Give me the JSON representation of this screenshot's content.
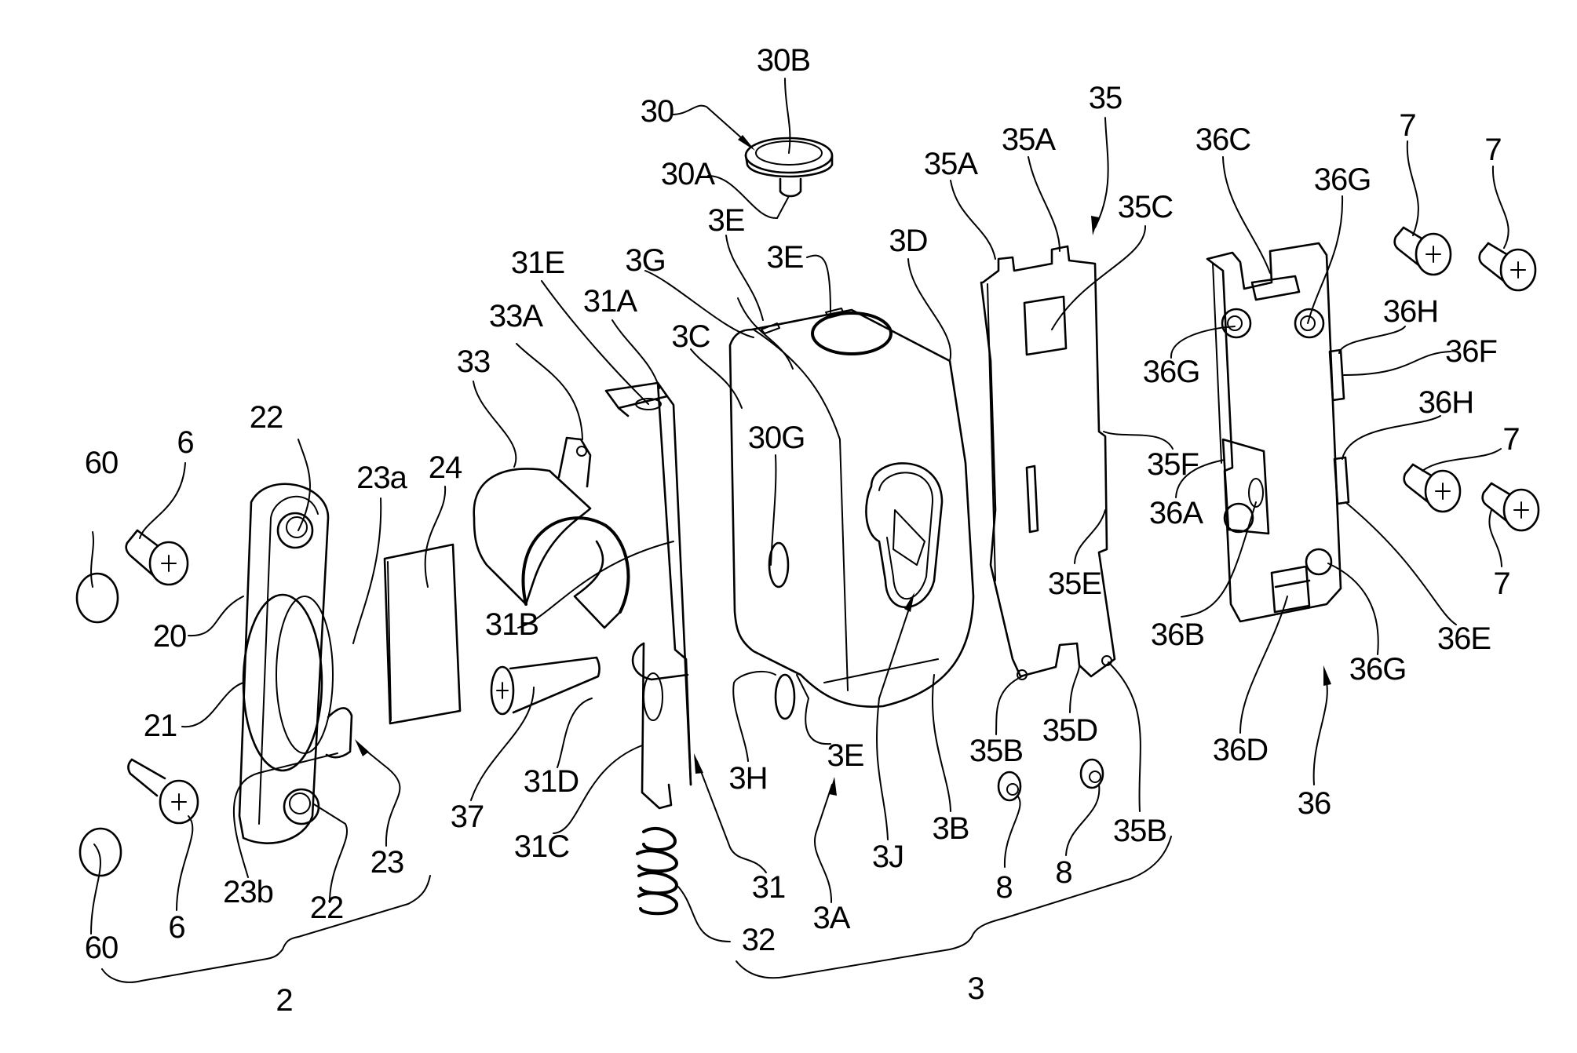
{
  "figure": {
    "type": "exploded-assembly-patent-drawing",
    "assemblies": [
      {
        "ref": "2",
        "brace_label": "2"
      },
      {
        "ref": "3",
        "brace_label": "3"
      }
    ]
  },
  "labels": {
    "l_30B": "30B",
    "l_30": "30",
    "l_30A": "30A",
    "l_3E_a": "3E",
    "l_3E_b": "3E",
    "l_3D": "3D",
    "l_3G": "3G",
    "l_31E": "31E",
    "l_31A": "31A",
    "l_3C": "3C",
    "l_33A": "33A",
    "l_33": "33",
    "l_30G": "30G",
    "l_35": "35",
    "l_35A_a": "35A",
    "l_35A_b": "35A",
    "l_35C": "35C",
    "l_36C": "36C",
    "l_36G_a": "36G",
    "l_7_a": "7",
    "l_7_b": "7",
    "l_36H_a": "36H",
    "l_36F": "36F",
    "l_36G_b": "36G",
    "l_36H_b": "36H",
    "l_35F": "35F",
    "l_7_c": "7",
    "l_36A": "36A",
    "l_7_d": "7",
    "l_35E": "35E",
    "l_36B": "36B",
    "l_36E": "36E",
    "l_36G_c": "36G",
    "l_35B_a": "35B",
    "l_35D": "35D",
    "l_36D": "36D",
    "l_36": "36",
    "l_3H": "3H",
    "l_3E_c": "3E",
    "l_3J": "3J",
    "l_3B": "3B",
    "l_8_a": "8",
    "l_8_b": "8",
    "l_35B_b": "35B",
    "l_31": "31",
    "l_3A": "3A",
    "l_32": "32",
    "l_3": "3",
    "l_60_a": "60",
    "l_6_a": "6",
    "l_22_a": "22",
    "l_23a": "23a",
    "l_24": "24",
    "l_20": "20",
    "l_21": "21",
    "l_31B": "31B",
    "l_37": "37",
    "l_31D": "31D",
    "l_31C": "31C",
    "l_23b": "23b",
    "l_22_b": "22",
    "l_23": "23",
    "l_60_b": "60",
    "l_6_b": "6",
    "l_2": "2"
  },
  "parts": [
    {
      "ref": "2",
      "name": "escutcheon assembly"
    },
    {
      "ref": "3",
      "name": "lock body assembly"
    },
    {
      "ref": "6",
      "name": "screw"
    },
    {
      "ref": "7",
      "name": "screw"
    },
    {
      "ref": "8",
      "name": "rivet"
    },
    {
      "ref": "20",
      "name": "plate"
    },
    {
      "ref": "21",
      "name": "recess"
    },
    {
      "ref": "22",
      "name": "screw hole"
    },
    {
      "ref": "23",
      "name": "key opening"
    },
    {
      "ref": "24",
      "name": "pad"
    },
    {
      "ref": "30",
      "name": "push button"
    },
    {
      "ref": "31",
      "name": "latch plate"
    },
    {
      "ref": "32",
      "name": "coil spring"
    },
    {
      "ref": "33",
      "name": "shutter"
    },
    {
      "ref": "35",
      "name": "base plate"
    },
    {
      "ref": "36",
      "name": "back plate"
    },
    {
      "ref": "37",
      "name": "countersunk screw"
    },
    {
      "ref": "60",
      "name": "cap"
    }
  ]
}
